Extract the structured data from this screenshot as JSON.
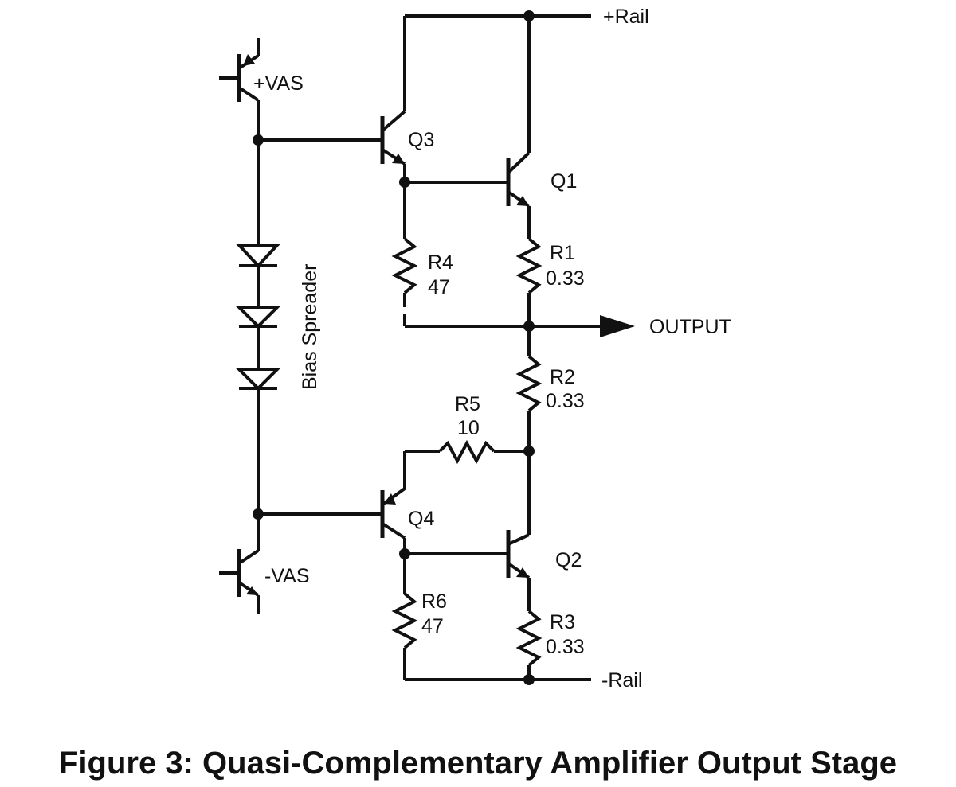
{
  "caption": "Figure 3: Quasi-Complementary Amplifier Output Stage",
  "labels": {
    "plus_rail": "+Rail",
    "minus_rail": "-Rail",
    "output": "OUTPUT",
    "plus_vas": "+VAS",
    "minus_vas": "-VAS",
    "bias_spreader": "Bias Spreader"
  },
  "transistors": {
    "q1": "Q1",
    "q2": "Q2",
    "q3": "Q3",
    "q4": "Q4"
  },
  "resistors": {
    "r1": {
      "name": "R1",
      "value": "0.33"
    },
    "r2": {
      "name": "R2",
      "value": "0.33"
    },
    "r3": {
      "name": "R3",
      "value": "0.33"
    },
    "r4": {
      "name": "R4",
      "value": "47"
    },
    "r5": {
      "name": "R5",
      "value": "10"
    },
    "r6": {
      "name": "R6",
      "value": "47"
    }
  }
}
